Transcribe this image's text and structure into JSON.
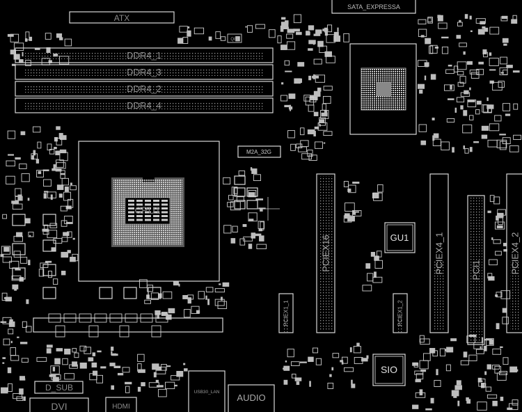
{
  "board": {
    "colors": {
      "background": "#000000",
      "outline": "#d8d8d8",
      "label": "#8a8a8a"
    },
    "components": {
      "atx": "ATX",
      "sata": "SATA_EXPRESSA",
      "ddr": [
        "DDR4_1",
        "DDR4_3",
        "DDR4_2",
        "DDR4_4"
      ],
      "cpu": "CPU1",
      "m2": "M2A_32G",
      "pciex16": "PCIEX16",
      "pciex4_1": "PCIEX4_1",
      "pci1": "PCI1",
      "pciex4_2": "PCIEX4_2",
      "pciex1_1": "PCIEX1_1",
      "pciex1_2": "PCIEX1_2",
      "gu1": "GU1",
      "sio": "SIO",
      "dsub": "D_SUB",
      "dvi": "DVI",
      "hdmi": "HDMI",
      "usb_lan": "USB30_LAN",
      "audio": "AUDIO",
      "q81": "Q81"
    }
  }
}
